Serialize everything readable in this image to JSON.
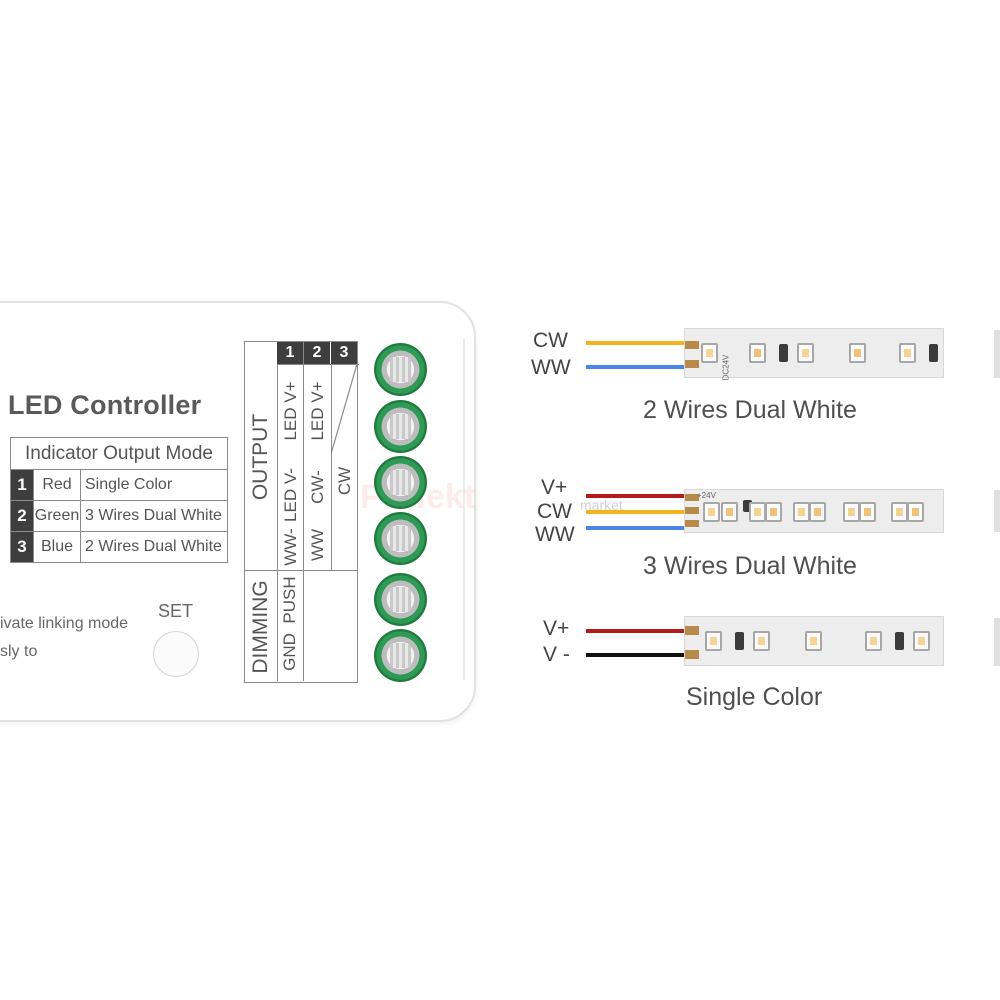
{
  "controller": {
    "title": "LED Controller",
    "indicator_table": {
      "header": "Indicator Output Mode",
      "rows": [
        {
          "num": "1",
          "color": "Red",
          "mode": "Single Color"
        },
        {
          "num": "2",
          "color": "Green",
          "mode": "3 Wires Dual White"
        },
        {
          "num": "3",
          "color": "Blue",
          "mode": "2 Wires Dual White"
        }
      ]
    },
    "partial_text_1": "ivate linking mode",
    "partial_text_2": "sly to",
    "set_label": "SET",
    "terminal_grid": {
      "output_label": "OUTPUT",
      "dimming_label": "DIMMING",
      "col_numbers": [
        "1",
        "2",
        "3"
      ],
      "led_v_minus": "LED V-",
      "ww_minus": "WW-",
      "ww": "WW",
      "led_v_plus_1": "LED V+",
      "cw_minus": "CW-",
      "led_v_plus_2": "LED V+",
      "cw": "CW",
      "gnd": "GND",
      "push": "PUSH"
    }
  },
  "diagrams": [
    {
      "caption": "2 Wires Dual White",
      "wires": [
        "CW",
        "WW"
      ],
      "strip_mark": "DC24V"
    },
    {
      "caption": "3 Wires Dual White",
      "wires": [
        "V+",
        "CW",
        "WW"
      ],
      "strip_mark": "+24V"
    },
    {
      "caption": "Single Color",
      "wires": [
        "V+",
        "V -"
      ]
    }
  ],
  "watermark": "Perfekt",
  "watermark_sub": "market",
  "colors": {
    "wire_cw": "#f3b31f",
    "wire_ww": "#4a86e8",
    "wire_v_plus": "#b31b1b",
    "wire_v_minus": "#111111",
    "terminal_green": "#2f9a55"
  }
}
